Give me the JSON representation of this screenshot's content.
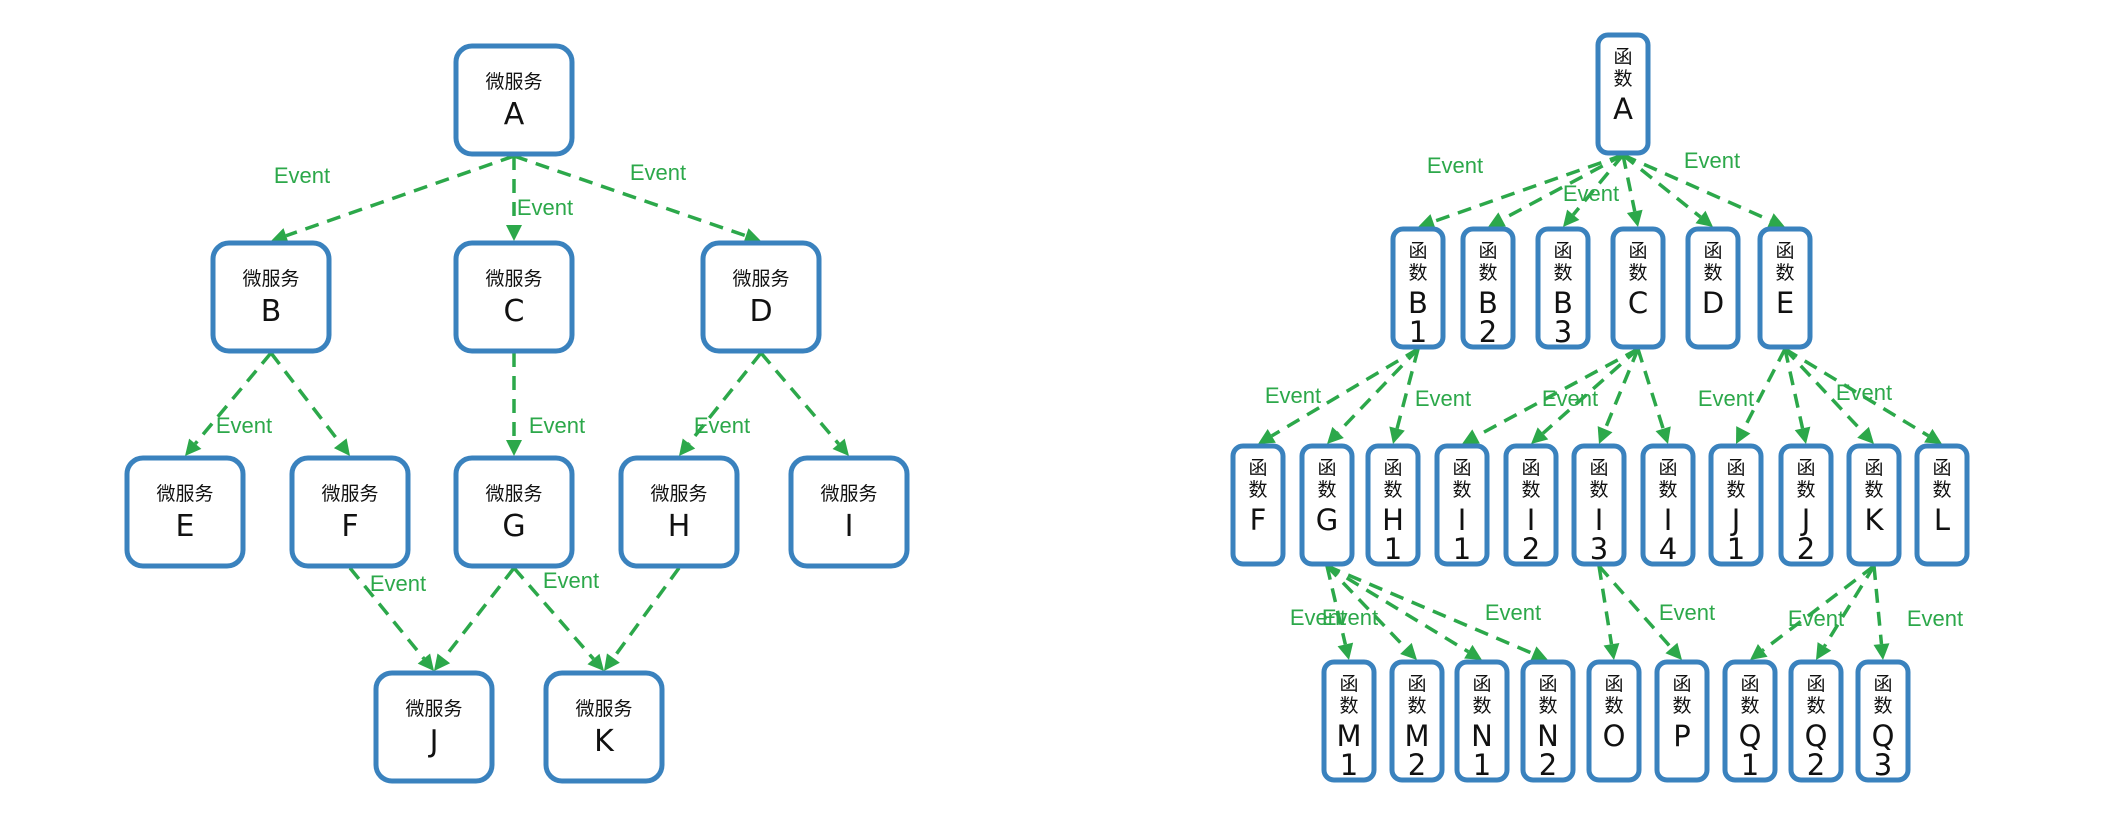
{
  "colors": {
    "node_border": "#3a82be",
    "edge": "#2ca84a",
    "label": "#2ca84a"
  },
  "left_diagram": {
    "nodes": [
      {
        "id": "A",
        "prefix": "微服务",
        "label": "A"
      },
      {
        "id": "B",
        "prefix": "微服务",
        "label": "B"
      },
      {
        "id": "C",
        "prefix": "微服务",
        "label": "C"
      },
      {
        "id": "D",
        "prefix": "微服务",
        "label": "D"
      },
      {
        "id": "E",
        "prefix": "微服务",
        "label": "E"
      },
      {
        "id": "F",
        "prefix": "微服务",
        "label": "F"
      },
      {
        "id": "G",
        "prefix": "微服务",
        "label": "G"
      },
      {
        "id": "H",
        "prefix": "微服务",
        "label": "H"
      },
      {
        "id": "I",
        "prefix": "微服务",
        "label": "I"
      },
      {
        "id": "J",
        "prefix": "微服务",
        "label": "J"
      },
      {
        "id": "K",
        "prefix": "微服务",
        "label": "K"
      }
    ],
    "edges": [
      {
        "from": "A",
        "to": "B"
      },
      {
        "from": "A",
        "to": "C"
      },
      {
        "from": "A",
        "to": "D"
      },
      {
        "from": "B",
        "to": "E"
      },
      {
        "from": "B",
        "to": "F"
      },
      {
        "from": "C",
        "to": "G"
      },
      {
        "from": "D",
        "to": "H"
      },
      {
        "from": "D",
        "to": "I"
      },
      {
        "from": "F",
        "to": "J"
      },
      {
        "from": "G",
        "to": "J"
      },
      {
        "from": "G",
        "to": "K"
      },
      {
        "from": "H",
        "to": "K"
      }
    ],
    "edge_labels": [
      "Event",
      "Event",
      "Event",
      "Event",
      "Event",
      "Event",
      "Event",
      "Event"
    ]
  },
  "right_diagram": {
    "nodes": [
      {
        "id": "A",
        "prefix": "函数",
        "label": "A",
        "suffix": ""
      },
      {
        "id": "B1",
        "prefix": "函数",
        "label": "B",
        "suffix": "1"
      },
      {
        "id": "B2",
        "prefix": "函数",
        "label": "B",
        "suffix": "2"
      },
      {
        "id": "B3",
        "prefix": "函数",
        "label": "B",
        "suffix": "3"
      },
      {
        "id": "C",
        "prefix": "函数",
        "label": "C",
        "suffix": ""
      },
      {
        "id": "D",
        "prefix": "函数",
        "label": "D",
        "suffix": ""
      },
      {
        "id": "E",
        "prefix": "函数",
        "label": "E",
        "suffix": ""
      },
      {
        "id": "F",
        "prefix": "函数",
        "label": "F",
        "suffix": ""
      },
      {
        "id": "G",
        "prefix": "函数",
        "label": "G",
        "suffix": ""
      },
      {
        "id": "H1",
        "prefix": "函数",
        "label": "H",
        "suffix": "1"
      },
      {
        "id": "I1",
        "prefix": "函数",
        "label": "I",
        "suffix": "1"
      },
      {
        "id": "I2",
        "prefix": "函数",
        "label": "I",
        "suffix": "2"
      },
      {
        "id": "I3",
        "prefix": "函数",
        "label": "I",
        "suffix": "3"
      },
      {
        "id": "I4",
        "prefix": "函数",
        "label": "I",
        "suffix": "4"
      },
      {
        "id": "J1",
        "prefix": "函数",
        "label": "J",
        "suffix": "1"
      },
      {
        "id": "J2",
        "prefix": "函数",
        "label": "J",
        "suffix": "2"
      },
      {
        "id": "K",
        "prefix": "函数",
        "label": "K",
        "suffix": ""
      },
      {
        "id": "L",
        "prefix": "函数",
        "label": "L",
        "suffix": ""
      },
      {
        "id": "M1",
        "prefix": "函数",
        "label": "M",
        "suffix": "1"
      },
      {
        "id": "M2",
        "prefix": "函数",
        "label": "M",
        "suffix": "2"
      },
      {
        "id": "N1",
        "prefix": "函数",
        "label": "N",
        "suffix": "1"
      },
      {
        "id": "N2",
        "prefix": "函数",
        "label": "N",
        "suffix": "2"
      },
      {
        "id": "O",
        "prefix": "函数",
        "label": "O",
        "suffix": ""
      },
      {
        "id": "P",
        "prefix": "函数",
        "label": "P",
        "suffix": ""
      },
      {
        "id": "Q1",
        "prefix": "函数",
        "label": "Q",
        "suffix": "1"
      },
      {
        "id": "Q2",
        "prefix": "函数",
        "label": "Q",
        "suffix": "2"
      },
      {
        "id": "Q3",
        "prefix": "函数",
        "label": "Q",
        "suffix": "3"
      }
    ],
    "edges": [
      {
        "from": "A",
        "to": "B1"
      },
      {
        "from": "A",
        "to": "B2"
      },
      {
        "from": "A",
        "to": "B3"
      },
      {
        "from": "A",
        "to": "C"
      },
      {
        "from": "A",
        "to": "D"
      },
      {
        "from": "A",
        "to": "E"
      },
      {
        "from": "B1",
        "to": "F"
      },
      {
        "from": "B1",
        "to": "G"
      },
      {
        "from": "B1",
        "to": "H1"
      },
      {
        "from": "C",
        "to": "I1"
      },
      {
        "from": "C",
        "to": "I2"
      },
      {
        "from": "C",
        "to": "I3"
      },
      {
        "from": "C",
        "to": "I4"
      },
      {
        "from": "E",
        "to": "J1"
      },
      {
        "from": "E",
        "to": "J2"
      },
      {
        "from": "E",
        "to": "K"
      },
      {
        "from": "E",
        "to": "L"
      },
      {
        "from": "G",
        "to": "M1"
      },
      {
        "from": "G",
        "to": "M2"
      },
      {
        "from": "G",
        "to": "N1"
      },
      {
        "from": "G",
        "to": "N2"
      },
      {
        "from": "I3",
        "to": "O"
      },
      {
        "from": "I3",
        "to": "P"
      },
      {
        "from": "K",
        "to": "Q1"
      },
      {
        "from": "K",
        "to": "Q2"
      },
      {
        "from": "K",
        "to": "Q3"
      }
    ],
    "edge_labels": [
      "Event",
      "Event",
      "Event",
      "Event",
      "Event",
      "Event",
      "Event",
      "Event",
      "Event",
      "Event",
      "Event",
      "Event",
      "Event",
      "Event"
    ]
  }
}
